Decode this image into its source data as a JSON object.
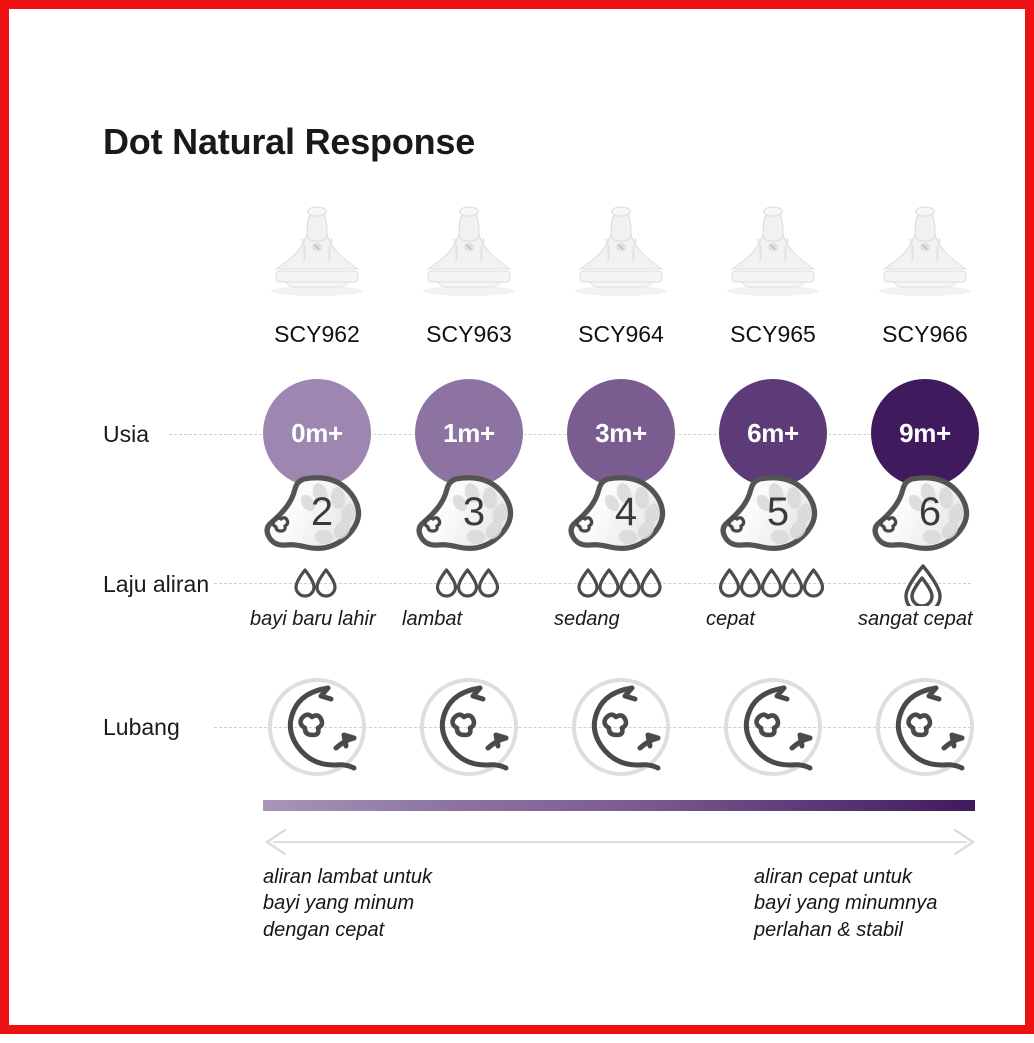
{
  "title": "Dot Natural Response",
  "frame": {
    "border_color": "#ee1111"
  },
  "rows": {
    "usia_label": "Usia",
    "laju_label": "Laju aliran",
    "lubang_label": "Lubang"
  },
  "columns": [
    {
      "code": "SCY962",
      "age": "0m+",
      "age_color": "#9d86b0",
      "number": "2",
      "drops": 2,
      "drop_style": "outline",
      "flow_text": "bayi\nbaru lahir",
      "hole_icon": "nipple-hole-top-view"
    },
    {
      "code": "SCY963",
      "age": "1m+",
      "age_color": "#8d73a1",
      "number": "3",
      "drops": 3,
      "drop_style": "outline",
      "flow_text": "lambat",
      "hole_icon": "nipple-hole-top-view"
    },
    {
      "code": "SCY964",
      "age": "3m+",
      "age_color": "#7b5c91",
      "number": "4",
      "drops": 4,
      "drop_style": "outline",
      "flow_text": "sedang",
      "hole_icon": "nipple-hole-top-view"
    },
    {
      "code": "SCY965",
      "age": "6m+",
      "age_color": "#5d3a78",
      "number": "5",
      "drops": 5,
      "drop_style": "outline",
      "flow_text": "cepat",
      "hole_icon": "nipple-hole-top-view"
    },
    {
      "code": "SCY966",
      "age": "9m+",
      "age_color": "#3f1b5e",
      "number": "6",
      "drops": 1,
      "drop_style": "double-nested",
      "flow_text": "sangat\ncepat",
      "hole_icon": "nipple-hole-top-view"
    }
  ],
  "gradient": {
    "from": "#a995b8",
    "to": "#3f1b5e"
  },
  "captions": {
    "left": "aliran lambat untuk\nbayi yang minum\ndengan cepat",
    "right": "aliran cepat untuk\nbayi yang minumnya\nperlahan & stabil"
  }
}
